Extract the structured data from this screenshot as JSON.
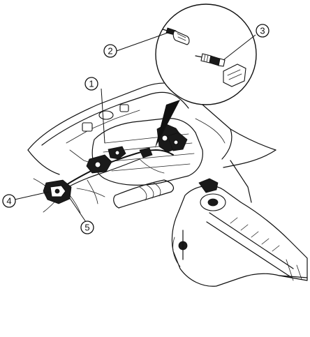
{
  "callouts": [
    {
      "id": 1,
      "label": "1"
    },
    {
      "id": 2,
      "label": "2"
    },
    {
      "id": 3,
      "label": "3"
    },
    {
      "id": 4,
      "label": "4"
    },
    {
      "id": 5,
      "label": "5"
    }
  ],
  "colors": {
    "ink": "#111111",
    "background": "#ffffff",
    "shade": "#1a1a1a"
  }
}
